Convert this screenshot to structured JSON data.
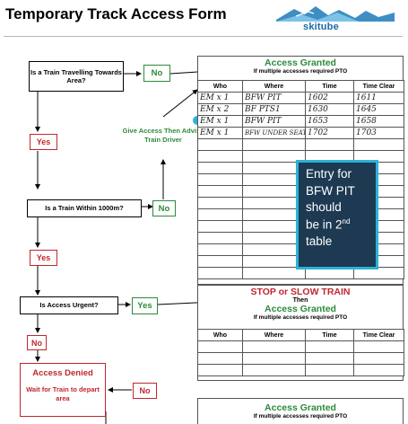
{
  "header": {
    "title": "Temporary Track Access Form",
    "logo_text": "skitube"
  },
  "flow": {
    "q1": "Is a Train Travelling Towards Area?",
    "q1_no": "No",
    "q1_yes": "Yes",
    "give_access": "Give Access Then Advise Train Driver",
    "q2": "Is a Train Within 1000m?",
    "q2_no": "No",
    "q2_yes": "Yes",
    "q3": "Is Access Urgent?",
    "q3_yes": "Yes",
    "q3_no": "No",
    "denied_title": "Access Denied",
    "denied_sub": "Wait for Train to depart area",
    "denied_no": "No"
  },
  "tables": [
    {
      "title": "Access Granted",
      "subtitle": "If multiple accesses required PTO",
      "columns": [
        "Who",
        "Where",
        "Time",
        "Time Clear"
      ],
      "rows": [
        [
          "EM x 1",
          "BFW PIT",
          "1602",
          "1611"
        ],
        [
          "EM x 2",
          "BF PTS1",
          "1630",
          "1645"
        ],
        [
          "EM x 1",
          "BFW PIT",
          "1653",
          "1658"
        ],
        [
          "EM x 1",
          "BFW UNDER SEATS",
          "1702",
          "1703"
        ]
      ]
    },
    {
      "pre_title": "STOP or SLOW TRAIN",
      "then": "Then",
      "title": "Access Granted",
      "subtitle": "If multiple accesses required PTO",
      "columns": [
        "Who",
        "Where",
        "Time",
        "Time Clear"
      ]
    },
    {
      "title": "Access Granted",
      "subtitle": "If multiple accesses required PTO"
    }
  ],
  "callout": {
    "line1": "Entry for",
    "line2": "BFW PIT",
    "line3": "should",
    "line4": "be in 2",
    "sup": "nd",
    "line5": "table"
  },
  "colors": {
    "green": "#2d8a3a",
    "red": "#c0272d",
    "callout_bg": "#1d3a52",
    "callout_border": "#2cb3d6"
  }
}
